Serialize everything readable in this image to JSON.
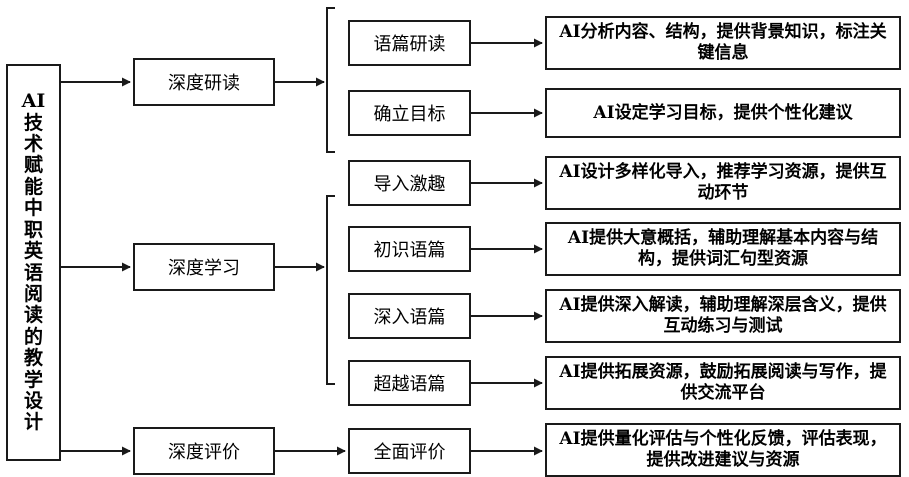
{
  "root": {
    "label": "AI\n技\n术\n赋\n能\n中\n职\n英\n语\n阅\n读\n的\n教\n学\n设\n计"
  },
  "stages": [
    {
      "label": "深度研读"
    },
    {
      "label": "深度学习"
    },
    {
      "label": "深度评价"
    }
  ],
  "steps": [
    {
      "label": "语篇研读",
      "description": "AI分析内容、结构，提供背景知识，标注关键信息"
    },
    {
      "label": "确立目标",
      "description": "AI设定学习目标，提供个性化建议"
    },
    {
      "label": "导入激趣",
      "description": "AI设计多样化导入，推荐学习资源，提供互动环节"
    },
    {
      "label": "初识语篇",
      "description": "AI提供大意概括，辅助理解基本内容与结构，提供词汇句型资源"
    },
    {
      "label": "深入语篇",
      "description": "AI提供深入解读，辅助理解深层含义，提供互动练习与测试"
    },
    {
      "label": "超越语篇",
      "description": "AI提供拓展资源，鼓励拓展阅读与写作，提供交流平台"
    },
    {
      "label": "全面评价",
      "description": "AI提供量化评估与个性化反馈，评估表现，提供改进建议与资源"
    }
  ]
}
